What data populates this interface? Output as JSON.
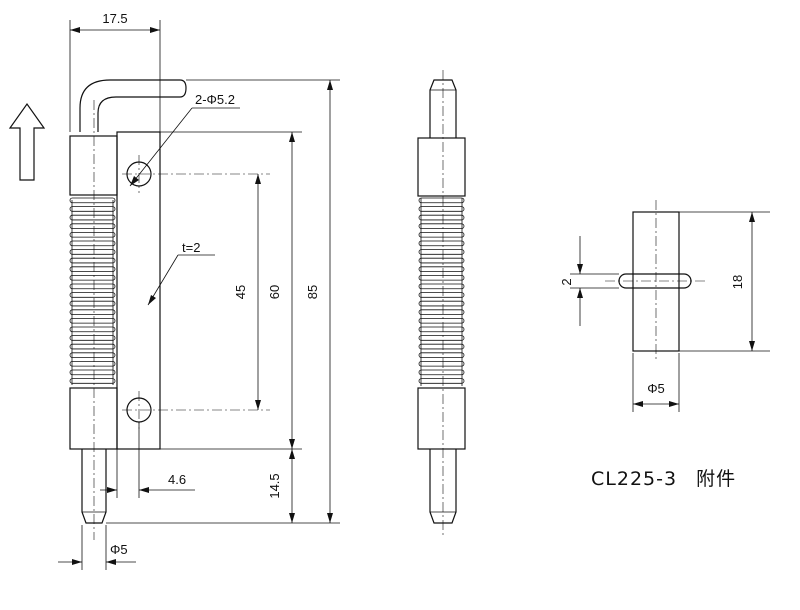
{
  "part_number": "CL225-3",
  "caption_suffix": "附件",
  "dimensions": {
    "width_17_5": "17.5",
    "hole_callout": "2-Φ5.2",
    "thickness": "t=2",
    "hole_spacing": "45",
    "plate_height": "60",
    "overall_height": "85",
    "pin_length": "14.5",
    "pin_offset": "4.6",
    "pin_diameter": "Φ5",
    "accessory_diameter": "Φ5",
    "accessory_ring": "2",
    "accessory_height": "18"
  },
  "icons": {
    "direction": "up-arrow-icon"
  }
}
